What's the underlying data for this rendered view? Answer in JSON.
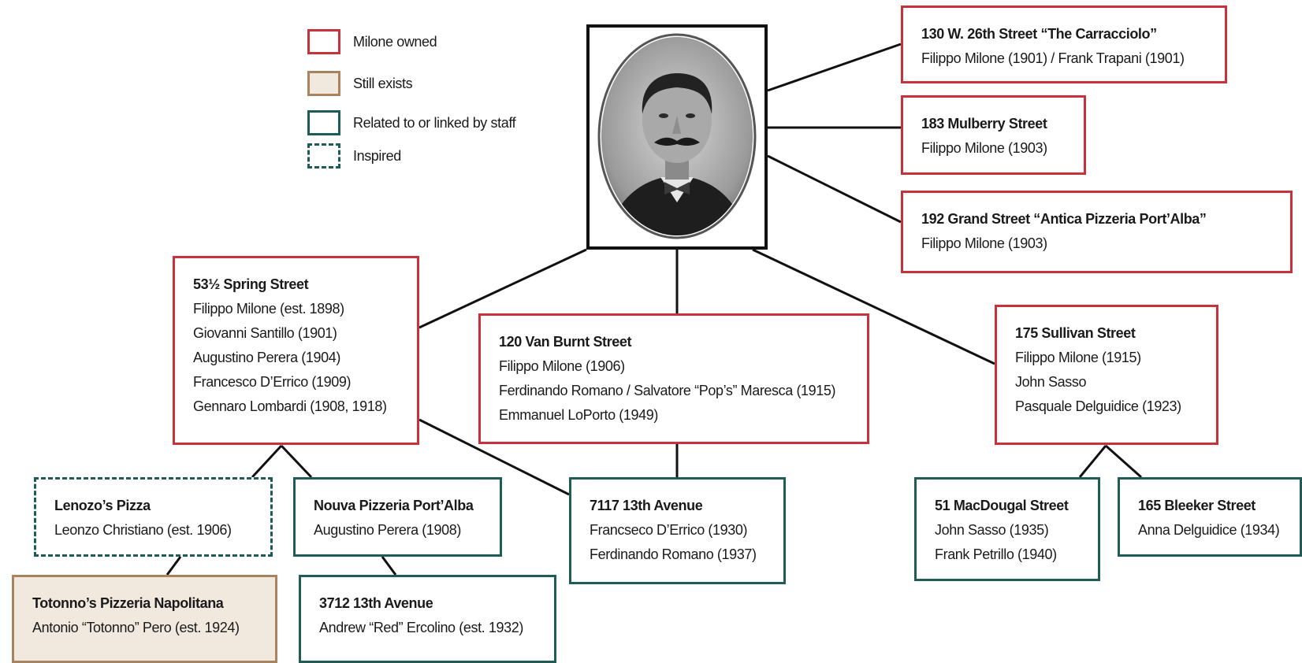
{
  "legend": {
    "items": [
      {
        "label": "Milone owned",
        "style": "red"
      },
      {
        "label": "Still exists",
        "style": "tan"
      },
      {
        "label": "Related to or linked by staff",
        "style": "teal"
      },
      {
        "label": "Inspired",
        "style": "dashed"
      }
    ]
  },
  "colors": {
    "milone_owned": "#c8323c",
    "still_exists_border": "#a8845e",
    "still_exists_fill": "#f1e9dd",
    "related": "#1f5c55",
    "connector": "#111111"
  },
  "portrait": {
    "icon": "portrait-photo-icon"
  },
  "nodes": {
    "carracciolo": {
      "title": "130 W. 26th Street “The Carracciolo”",
      "lines": [
        "Filippo Milone (1901) / Frank Trapani (1901)"
      ]
    },
    "mulberry": {
      "title": "183 Mulberry Street",
      "lines": [
        "Filippo Milone (1903)"
      ]
    },
    "grand": {
      "title": "192 Grand Street “Antica Pizzeria Port’Alba”",
      "lines": [
        "Filippo Milone (1903)"
      ]
    },
    "spring": {
      "title": "53½ Spring Street",
      "lines": [
        "Filippo Milone (est. 1898)",
        "Giovanni Santillo (1901)",
        "Augustino Perera (1904)",
        "Francesco D’Errico (1909)",
        "Gennaro Lombardi (1908, 1918)"
      ]
    },
    "vanburnt": {
      "title": "120 Van Burnt Street",
      "lines": [
        "Filippo Milone (1906)",
        "Ferdinando Romano / Salvatore “Pop’s” Maresca (1915)",
        "Emmanuel LoPorto (1949)"
      ]
    },
    "sullivan": {
      "title": "175 Sullivan Street",
      "lines": [
        "Filippo Milone (1915)",
        "John Sasso",
        "Pasquale Delguidice (1923)"
      ]
    },
    "lenozo": {
      "title": "Lenozo’s Pizza",
      "lines": [
        "Leonzo Christiano (est. 1906)"
      ]
    },
    "nouva": {
      "title": "Nouva Pizzeria Port’Alba",
      "lines": [
        "Augustino Perera (1908)"
      ]
    },
    "ave7117": {
      "title": "7117 13th Avenue",
      "lines": [
        "Francseco D’Errico (1930)",
        "Ferdinando Romano (1937)"
      ]
    },
    "macdougal": {
      "title": "51 MacDougal Street",
      "lines": [
        "John Sasso (1935)",
        "Frank Petrillo (1940)"
      ]
    },
    "bleeker": {
      "title": "165 Bleeker Street",
      "lines": [
        "Anna Delguidice (1934)"
      ]
    },
    "totonno": {
      "title": "Totonno’s Pizzeria Napolitana",
      "lines": [
        "Antonio “Totonno” Pero (est. 1924)"
      ]
    },
    "ave3712": {
      "title": "3712 13th Avenue",
      "lines": [
        "Andrew “Red” Ercolino (est. 1932)"
      ]
    }
  }
}
